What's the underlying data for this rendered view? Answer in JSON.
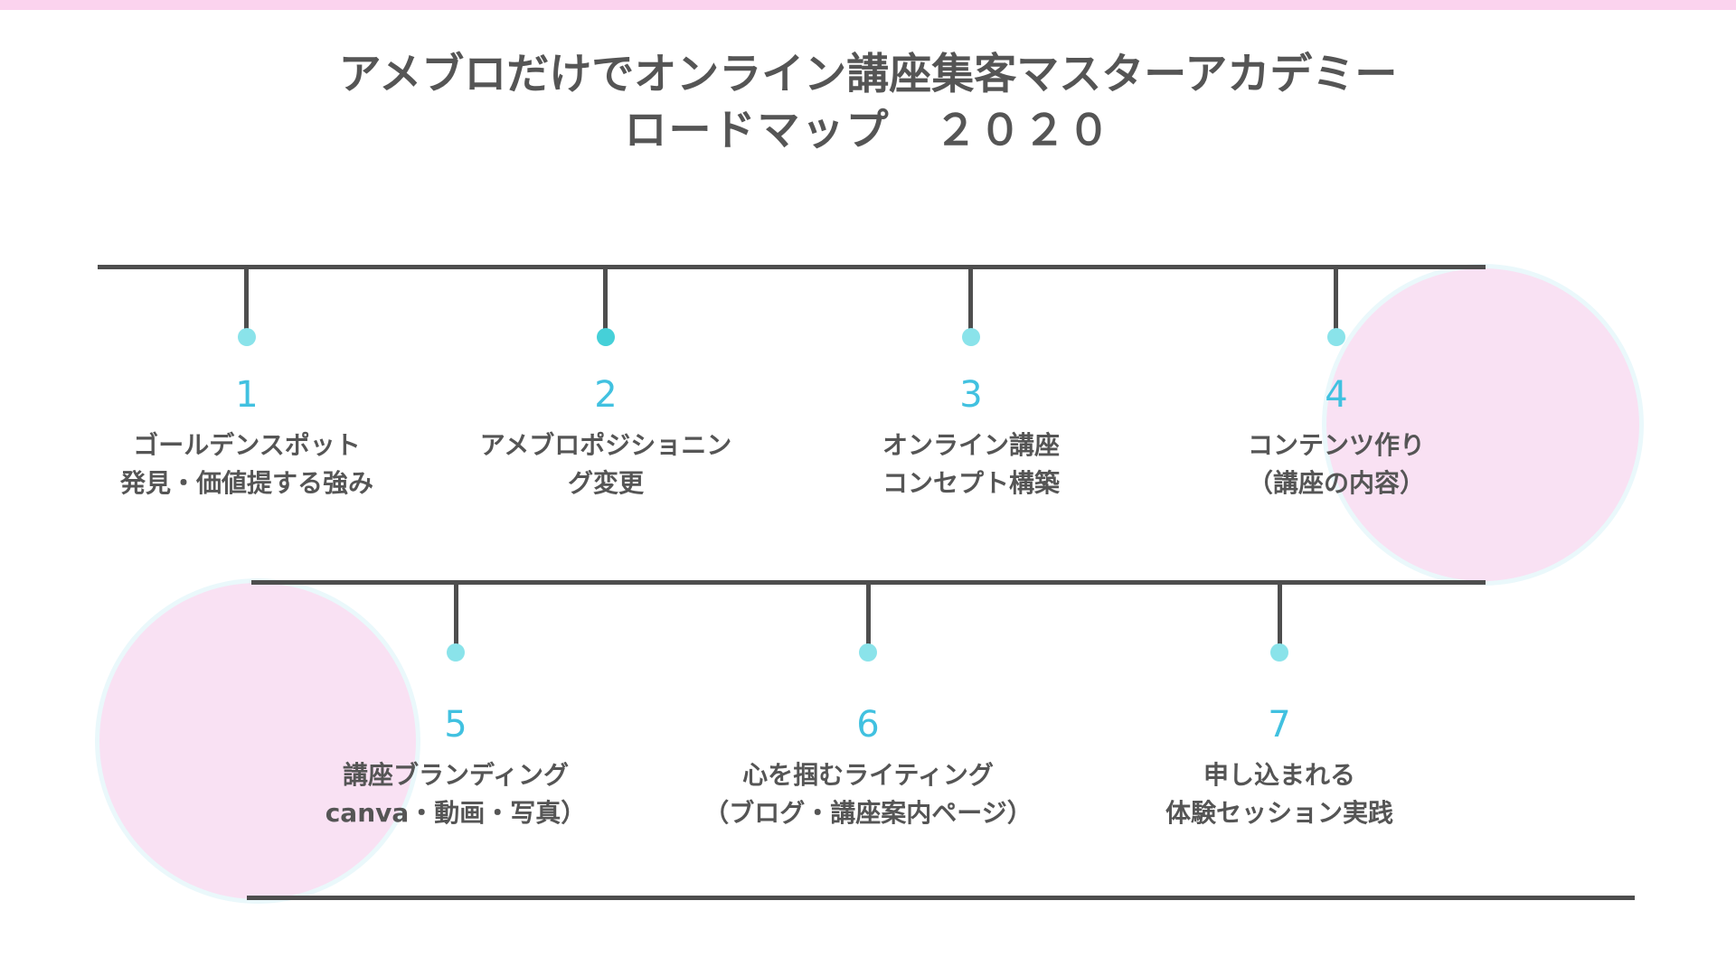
{
  "colors": {
    "top_band": "#fbd3ee",
    "circle": "#f9e1f3",
    "circle_rim": "#eaf8fb",
    "timeline_line": "#4e4e4e",
    "dot": "#8ae3ea",
    "dot_active": "#45d0d8",
    "number": "#41c1e0",
    "label": "#555555",
    "title": "#555555"
  },
  "title": {
    "line1": "アメブロだけでオンライン講座集客マスターアカデミー",
    "line2": "ロードマップ　２０２０"
  },
  "milestones": [
    {
      "number": "1",
      "line1": "ゴールデンスポット",
      "line2": "発見・価値提する強み"
    },
    {
      "number": "2",
      "line1": "アメブロポジショニン",
      "line2": "グ変更"
    },
    {
      "number": "3",
      "line1": "オンライン講座",
      "line2": "コンセプト構築"
    },
    {
      "number": "4",
      "line1": "コンテンツ作り",
      "line2": "（講座の内容）"
    },
    {
      "number": "5",
      "line1": "講座ブランディング",
      "line2": "canva・動画・写真）"
    },
    {
      "number": "6",
      "line1": "心を掴むライティング",
      "line2": "（ブログ・講座案内ページ）"
    },
    {
      "number": "7",
      "line1": "申し込まれる",
      "line2": "体験セッション実践"
    }
  ]
}
